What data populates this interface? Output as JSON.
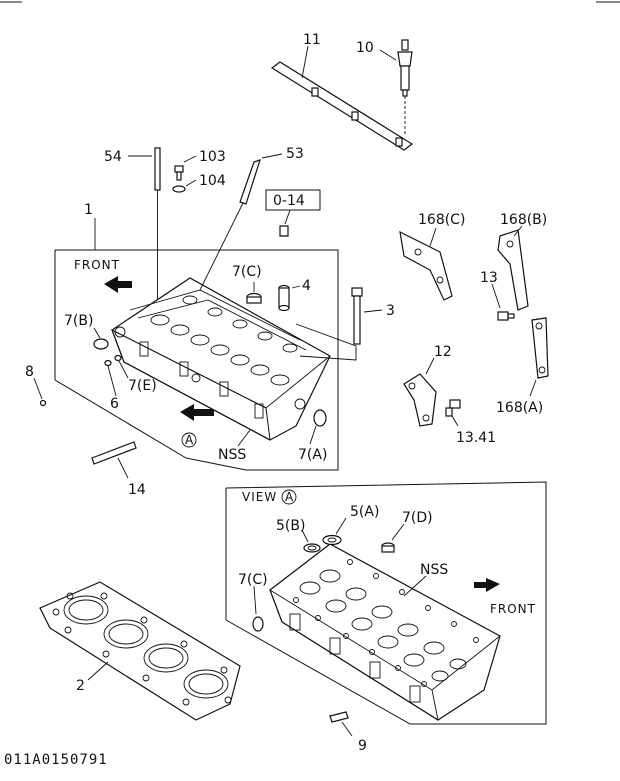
{
  "callouts": {
    "p1": "1",
    "p2": "2",
    "p3": "3",
    "p4": "4",
    "p5a": "5(A)",
    "p5b": "5(B)",
    "p6": "6",
    "p7a": "7(A)",
    "p7b": "7(B)",
    "p7c_top": "7(C)",
    "p7c_view": "7(C)",
    "p7d": "7(D)",
    "p7e": "7(E)",
    "p8": "8",
    "p9": "9",
    "p10": "10",
    "p11": "11",
    "p12": "12",
    "p13": "13",
    "p13_41": "13.41",
    "p14": "14",
    "p53": "53",
    "p54": "54",
    "p103": "103",
    "p104": "104",
    "p168a": "168(A)",
    "p168b": "168(B)",
    "p168c": "168(C)"
  },
  "markers": {
    "o14": "0-14",
    "view_a": "VIEW",
    "circle_a": "A",
    "front_top": "FRONT",
    "front_view": "FRONT",
    "nss_top": "NSS",
    "nss_view": "NSS"
  },
  "footer": {
    "drawing_code": "011A0150791"
  }
}
